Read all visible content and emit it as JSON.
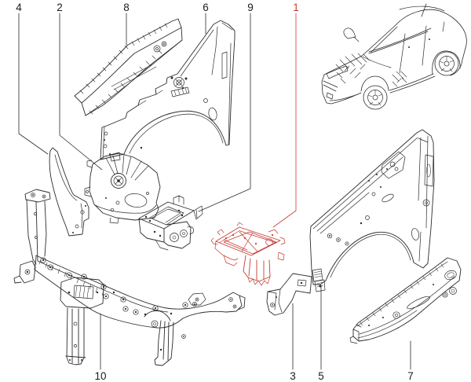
{
  "figure": {
    "type": "exploded-parts-diagram",
    "background": "#ffffff",
    "line_color": "#2b2b2b"
  },
  "colors": {
    "highlight": "#c43b32",
    "label": "#1a1a1a"
  },
  "callouts": [
    {
      "label": "4"
    },
    {
      "label": "2"
    },
    {
      "label": "8"
    },
    {
      "label": "6"
    },
    {
      "label": "9"
    },
    {
      "label": "1"
    },
    {
      "label": "10"
    },
    {
      "label": "3"
    },
    {
      "label": "5"
    },
    {
      "label": "7"
    }
  ]
}
